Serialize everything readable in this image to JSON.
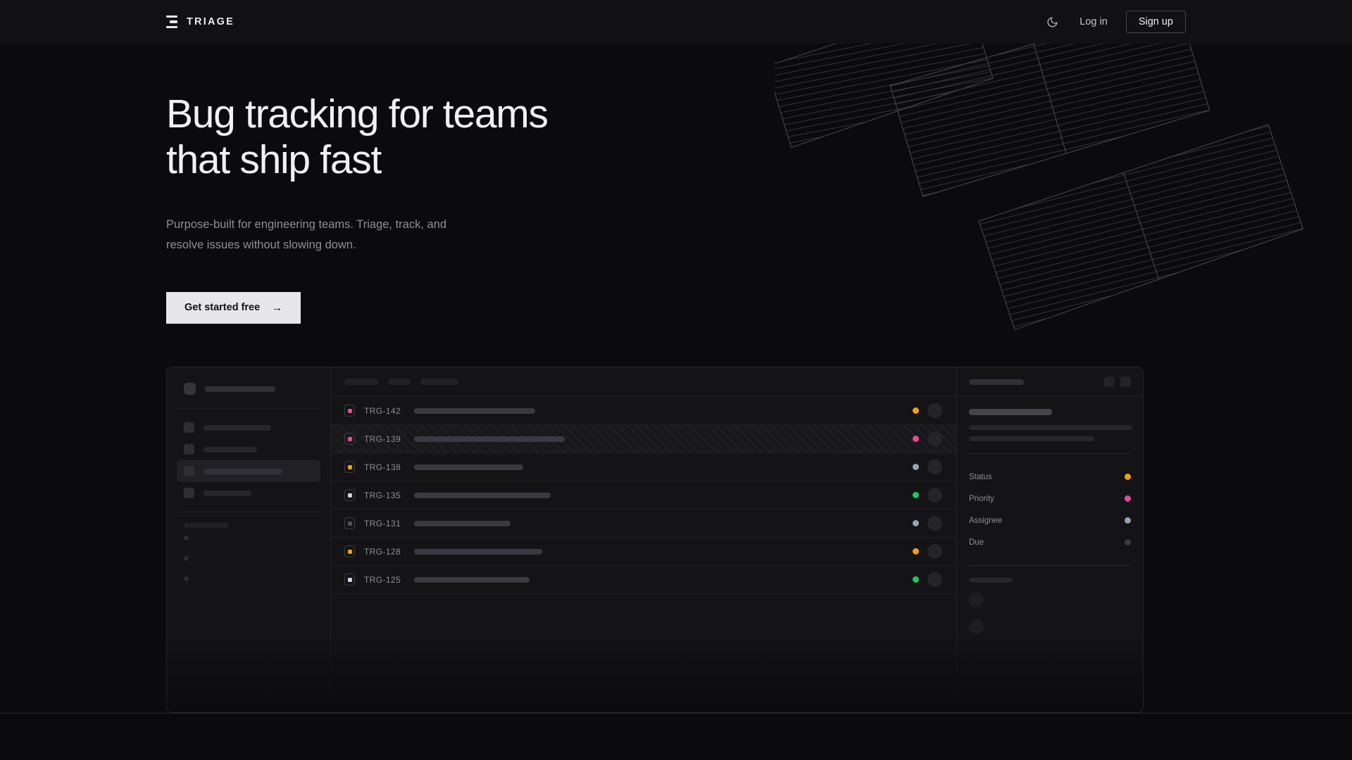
{
  "brand": {
    "name": "TRIAGE",
    "logo_icon": "triage-bars-icon"
  },
  "nav": {
    "theme_toggle_icon": "moon-icon",
    "login_label": "Log in",
    "signup_label": "Sign up"
  },
  "hero": {
    "title": "Bug tracking for teams\nthat ship fast",
    "subtitle": "Purpose-built for engineering teams. Triage, track, and\nresolve issues without slowing down.",
    "cta_label": "Get started free",
    "cta_arrow": "→"
  },
  "colors": {
    "page_bg": "#0b0b0d",
    "nav_bg": "#111113",
    "panel_bg": "#141416",
    "border": "#232327",
    "text_primary": "#f1f1f3",
    "text_muted": "#8d8d95",
    "cta_bg": "#e7e7e9",
    "status_amber": "#f59e0b",
    "status_rose": "#ec4899",
    "status_slate": "#94a3b8",
    "status_green": "#22c55e",
    "status_dim": "#3a3a41"
  },
  "mockup": {
    "sidebar": {
      "workspace_skeleton_width": 100,
      "nav_items": [
        {
          "name": "nav-item-1",
          "width": 96,
          "selected": false
        },
        {
          "name": "nav-item-2",
          "width": 76,
          "selected": false
        },
        {
          "name": "nav-item-3",
          "width": 112,
          "selected": true
        },
        {
          "name": "nav-item-4",
          "width": 68,
          "selected": false
        }
      ],
      "section_label_width": 64,
      "mini_items": 3
    },
    "toolbar": {
      "pills": [
        48,
        32,
        54
      ]
    },
    "issues": [
      {
        "key": "TRG-142",
        "priority_color": "#ec4899",
        "title_width": 172,
        "status_color": "#f59e0b",
        "highlighted": false
      },
      {
        "key": "TRG-139",
        "priority_color": "#ec4899",
        "title_width": 214,
        "status_color": "#ec4899",
        "highlighted": true
      },
      {
        "key": "TRG-138",
        "priority_color": "#f59e0b",
        "title_width": 155,
        "status_color": "#94a3b8",
        "highlighted": false
      },
      {
        "key": "TRG-135",
        "priority_color": "#cbd5e1",
        "title_width": 194,
        "status_color": "#22c55e",
        "highlighted": false
      },
      {
        "key": "TRG-131",
        "priority_color": "#52525b",
        "title_width": 137,
        "status_color": "#94a3b8",
        "highlighted": false
      },
      {
        "key": "TRG-128",
        "priority_color": "#f59e0b",
        "title_width": 182,
        "status_color": "#f59e0b",
        "highlighted": false
      },
      {
        "key": "TRG-125",
        "priority_color": "#cbd5e1",
        "title_width": 164,
        "status_color": "#22c55e",
        "highlighted": false
      }
    ],
    "detail": {
      "header_skeleton_width": 78,
      "action_buttons": 2,
      "title_skeleton_width": 118,
      "body_lines": [
        232,
        178
      ],
      "meta": [
        {
          "label": "Status",
          "dot_color": "#f59e0b"
        },
        {
          "label": "Priority",
          "dot_color": "#ec4899"
        },
        {
          "label": "Assignee",
          "dot_color": "#94a3b8"
        },
        {
          "label": "Due",
          "dot_color": "#3a3a41"
        }
      ],
      "activity_label_width": 62,
      "activity_avatars": 2
    }
  }
}
